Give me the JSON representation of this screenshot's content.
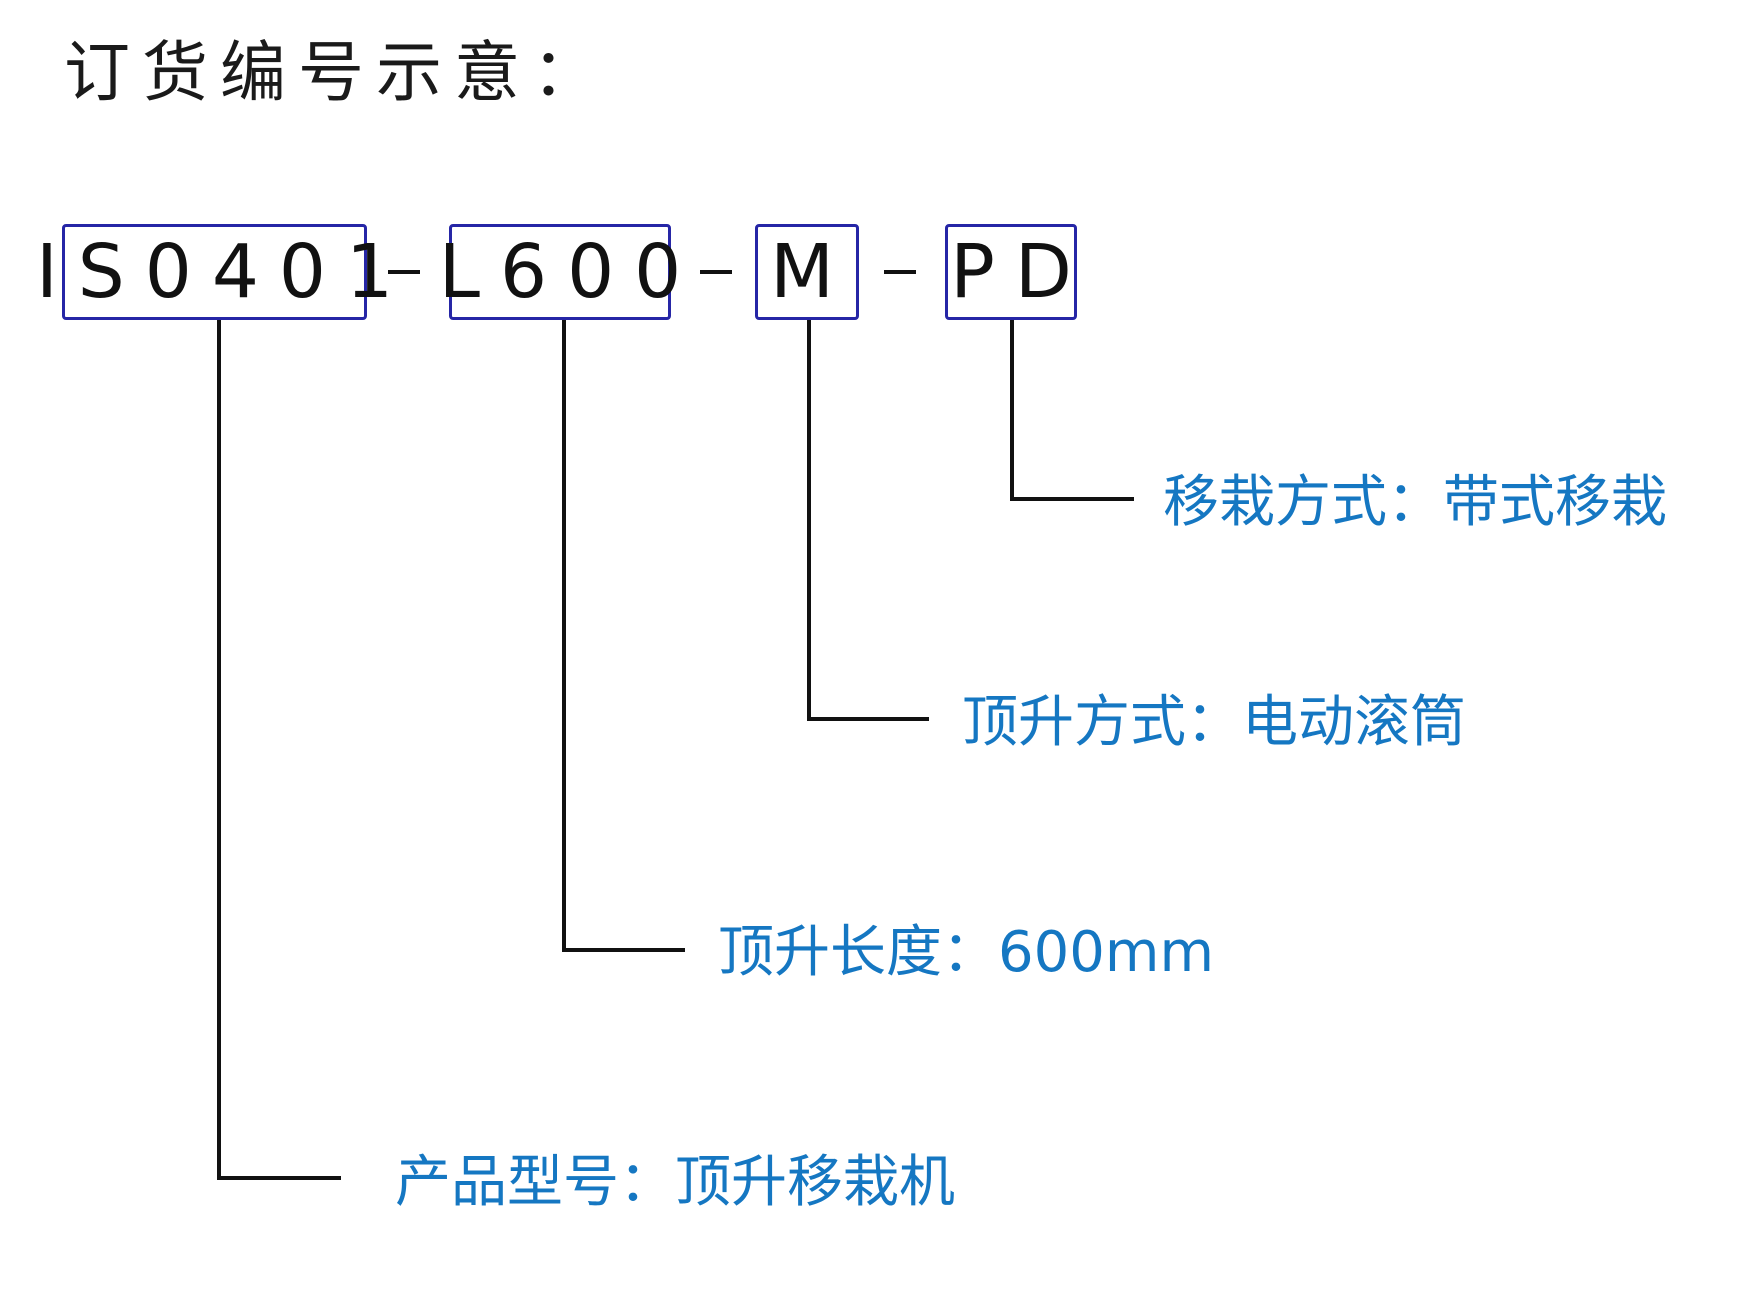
{
  "title": "订货编号示意：",
  "code_parts": [
    {
      "id": "model",
      "text": "IS0401"
    },
    {
      "id": "length",
      "text": "L600"
    },
    {
      "id": "lift",
      "text": "M"
    },
    {
      "id": "transfer",
      "text": "PD"
    }
  ],
  "separator": "-",
  "labels": {
    "transfer": "移栽方式：带式移栽",
    "lift": "顶升方式：电动滚筒",
    "length": "顶升长度：600mm",
    "model": "产品型号：顶升移栽机"
  },
  "colors": {
    "box_border": "#2626a6",
    "label_text": "#1577c2",
    "line": "#111111"
  }
}
